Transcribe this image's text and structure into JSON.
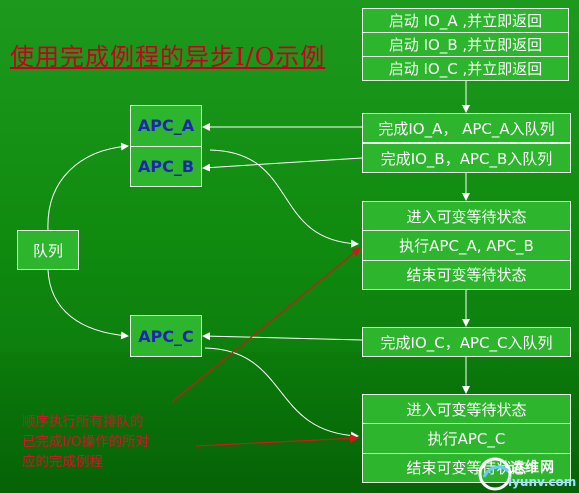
{
  "title": "使用完成例程的异步I/O示例",
  "start_box": {
    "rows": [
      "启动 IO_A ,并立即返回",
      "启动 IO_B ,并立即返回",
      "启动 IO_C ,并立即返回"
    ]
  },
  "apc_ab_box": {
    "rows": [
      "APC_A",
      "APC_B"
    ]
  },
  "apc_c_box": {
    "label": "APC_C"
  },
  "queue_box": {
    "label": "队列"
  },
  "complete_a": {
    "label": "完成IO_A， APC_A入队列"
  },
  "complete_b": {
    "label": "完成IO_B，APC_B入队列"
  },
  "complete_c": {
    "label": "完成IO_C，APC_C入队列"
  },
  "wait_ab_box": {
    "rows": [
      "进入可变等待状态",
      "执行APC_A, APC_B",
      "结束可变等待状态"
    ]
  },
  "wait_c_box": {
    "rows": [
      "进入可变等待状态",
      "执行APC_C",
      "结束可变等待状态"
    ]
  },
  "note": {
    "lines": [
      "顺序执行所有排队的",
      "已完成I/O操作的所对",
      "应的完成例程"
    ]
  },
  "watermark": {
    "line1": "运维网",
    "line2": "iyunv.com"
  },
  "colors": {
    "background": "#129112",
    "box_fill": "#2eb52e",
    "box_border": "#e6ffe6",
    "title": "#c8001e",
    "apc_text": "#1a28b0",
    "note_text": "#e0102a",
    "red_arrow": "#d01818"
  }
}
